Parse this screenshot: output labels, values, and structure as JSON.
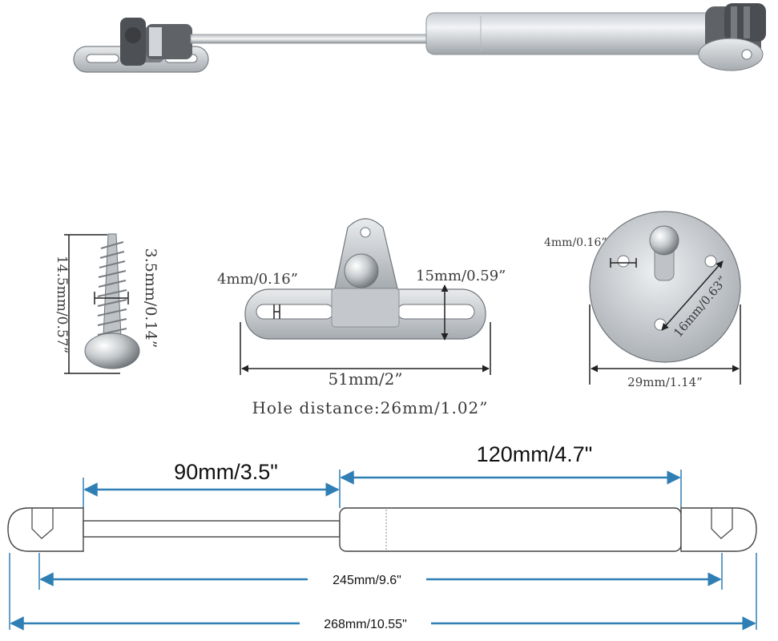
{
  "colors": {
    "dimension_arrow": "#2f7fb5",
    "metal_light": "#e6e9ec",
    "metal_dark": "#8a8f95",
    "cap_dark": "#5b5d60"
  },
  "icons": [
    "screw-icon",
    "bracket-icon",
    "round-mount-icon",
    "gas-strut-icon"
  ],
  "screw": {
    "length_label": "14.5mm/0.57”",
    "diameter_label": "3.5mm/0.14”"
  },
  "bracket": {
    "hole_label": "4mm/0.16”",
    "height_label": "15mm/0.59”",
    "width_label": "51mm/2”",
    "hole_distance_label": "Hole distance:26mm/1.02”"
  },
  "round_mount": {
    "hole_label": "4mm/0.16”",
    "hole_spacing_label": "16mm/0.63”",
    "diameter_label": "29mm/1.14”"
  },
  "strut_diagram": {
    "stroke_label": "90mm/3.5\"",
    "body_label": "120mm/4.7\"",
    "center_length_label": "245mm/9.6\"",
    "total_length_label": "268mm/10.55\""
  }
}
